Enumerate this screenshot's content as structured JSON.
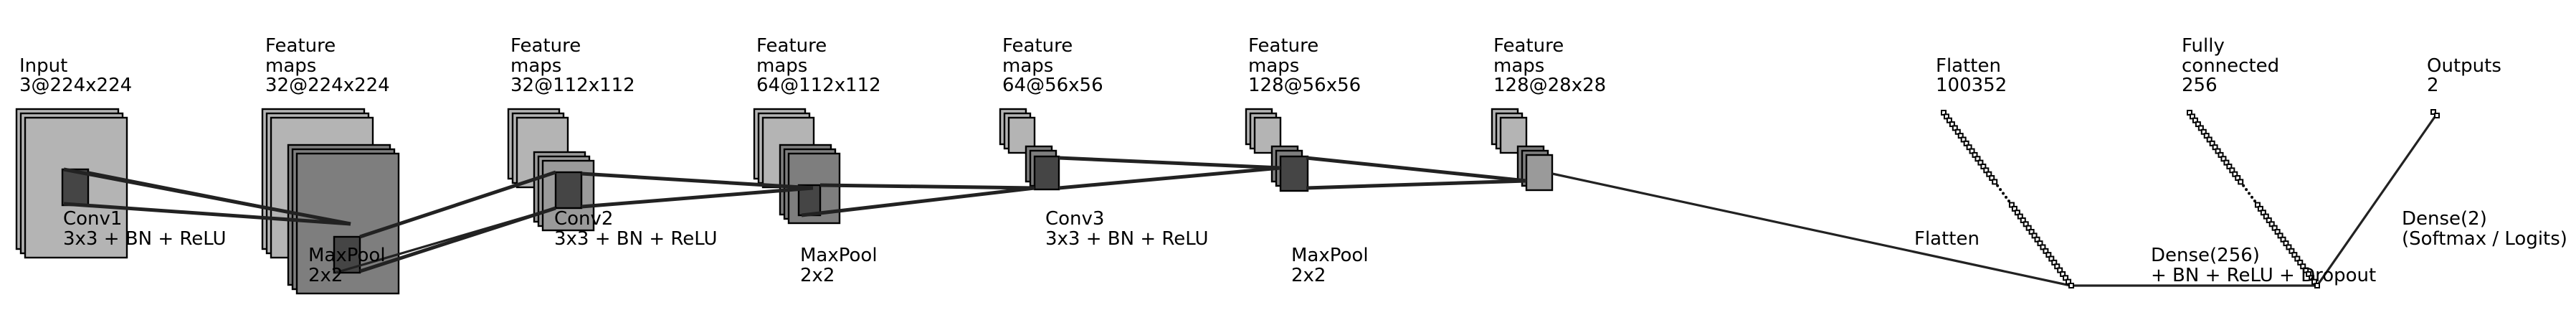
{
  "layers": [
    {
      "id": "input",
      "title": [
        "Input"
      ],
      "shape": "3@224x224"
    },
    {
      "id": "fm1",
      "title": [
        "Feature",
        "maps"
      ],
      "shape": "32@224x224"
    },
    {
      "id": "fm2",
      "title": [
        "Feature",
        "maps"
      ],
      "shape": "32@112x112"
    },
    {
      "id": "fm3",
      "title": [
        "Feature",
        "maps"
      ],
      "shape": "64@112x112"
    },
    {
      "id": "fm4",
      "title": [
        "Feature",
        "maps"
      ],
      "shape": "64@56x56"
    },
    {
      "id": "fm5",
      "title": [
        "Feature",
        "maps"
      ],
      "shape": "128@56x56"
    },
    {
      "id": "fm6",
      "title": [
        "Feature",
        "maps"
      ],
      "shape": "128@28x28"
    },
    {
      "id": "flat",
      "title": [
        "Flatten"
      ],
      "shape": "100352"
    },
    {
      "id": "fc",
      "title": [
        "Fully",
        "connected"
      ],
      "shape": "256"
    },
    {
      "id": "out",
      "title": [
        "Outputs"
      ],
      "shape": "2"
    }
  ],
  "operations": [
    {
      "id": "conv1",
      "lines": [
        "Conv1",
        "3x3 + BN + ReLU"
      ]
    },
    {
      "id": "pool1",
      "lines": [
        "MaxPool",
        "2x2"
      ]
    },
    {
      "id": "conv2",
      "lines": [
        "Conv2",
        "3x3 + BN + ReLU"
      ]
    },
    {
      "id": "pool2",
      "lines": [
        "MaxPool",
        "2x2"
      ]
    },
    {
      "id": "conv3",
      "lines": [
        "Conv3",
        "3x3 + BN + ReLU"
      ]
    },
    {
      "id": "pool3",
      "lines": [
        "MaxPool",
        "2x2"
      ]
    },
    {
      "id": "flatten",
      "lines": [
        "Flatten"
      ]
    },
    {
      "id": "dense1",
      "lines": [
        "Dense(256)",
        "+ BN + ReLU + Dropout"
      ]
    },
    {
      "id": "dense2",
      "lines": [
        "Dense(2)",
        "(Softmax / Logits)"
      ]
    }
  ],
  "colors": {
    "map_light": "#b4b4b4",
    "map_mid": "#9a9a9a",
    "map_dark": "#7e7e7e",
    "kernel": "#454545",
    "line": "#222222"
  }
}
